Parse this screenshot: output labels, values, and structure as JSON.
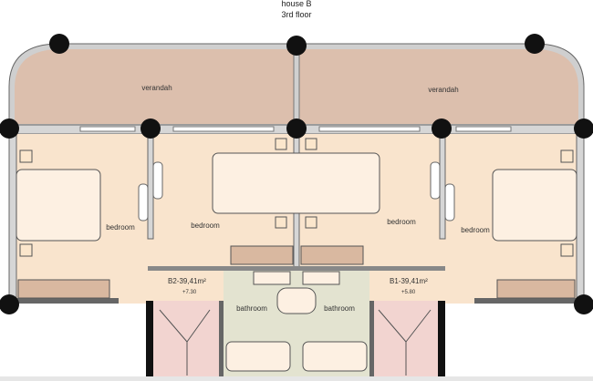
{
  "header": {
    "title": "house B",
    "subtitle": "3rd floor"
  },
  "rooms": {
    "verandah_left": "verandah",
    "verandah_right": "verandah",
    "bedroom_1": "bedroom",
    "bedroom_2": "bedroom",
    "bedroom_3": "bedroom",
    "bedroom_4": "bedroom",
    "bathroom_left": "bathroom",
    "bathroom_right": "bathroom"
  },
  "units": [
    {
      "name": "B2-39,41m²",
      "level": "+7.30"
    },
    {
      "name": "B1-39,41m²",
      "level": "+5.80"
    }
  ],
  "colors": {
    "verandah": "#dcbfad",
    "bedroom": "#f9e4cd",
    "bathroom": "#e3e3d0",
    "stairs": "#f2d4d0",
    "column": "#111111"
  }
}
